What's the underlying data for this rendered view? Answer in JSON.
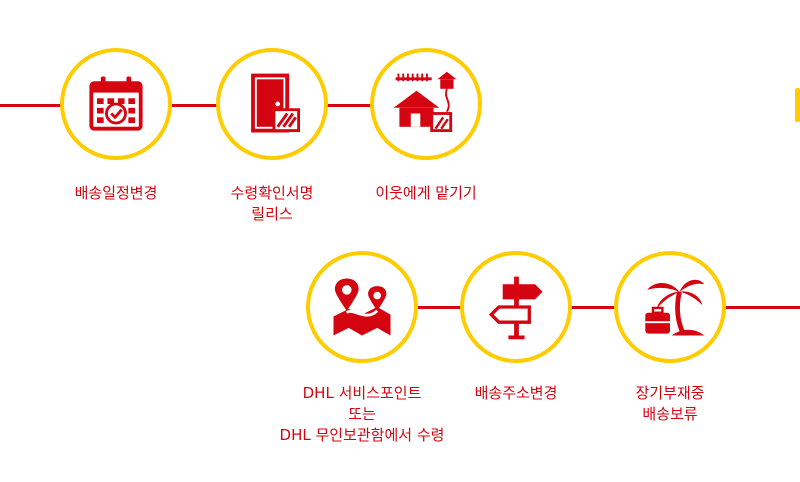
{
  "colors": {
    "brand_red": "#d40511",
    "brand_yellow": "#ffcc00",
    "background": "#ffffff"
  },
  "row1": [
    {
      "icon": "calendar-check-icon",
      "label": [
        "배송일정변경"
      ]
    },
    {
      "icon": "door-package-icon",
      "label": [
        "수령확인서명",
        "릴리스"
      ]
    },
    {
      "icon": "neighbor-house-icon",
      "label": [
        "이웃에게 맡기기"
      ]
    }
  ],
  "row2": [
    {
      "icon": "map-pin-route-icon",
      "label": [
        "DHL 서비스포인트",
        "또는",
        "DHL 무인보관함에서 수령"
      ]
    },
    {
      "icon": "signpost-icon",
      "label": [
        "배송주소변경"
      ]
    },
    {
      "icon": "palm-tree-suitcase-icon",
      "label": [
        "장기부재중",
        "배송보류"
      ]
    }
  ]
}
